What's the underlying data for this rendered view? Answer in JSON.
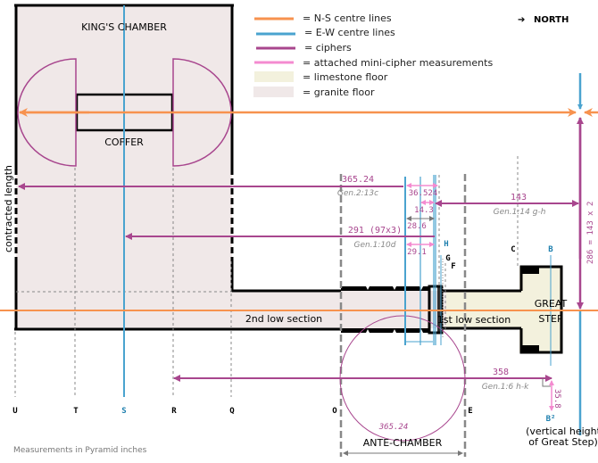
{
  "colors": {
    "ns_centre": "#f7924e",
    "ew_centre": "#4aa3cf",
    "cipher": "#a8468e",
    "mini_cipher": "#f48bd0",
    "limestone": "#f3f1dd",
    "granite": "#f0e8e8",
    "dashed": "#888888",
    "wall": "#000000"
  },
  "legend": [
    {
      "key": "ns",
      "label": "= N-S centre lines"
    },
    {
      "key": "ew",
      "label": "= E-W centre lines"
    },
    {
      "key": "cipher",
      "label": "= ciphers"
    },
    {
      "key": "mini",
      "label": "= attached mini-cipher measurements"
    },
    {
      "key": "limestone",
      "label": "= limestone floor"
    },
    {
      "key": "granite",
      "label": "= granite floor"
    }
  ],
  "compass": {
    "arrow": "➔",
    "label": "NORTH"
  },
  "rooms": {
    "kings_chamber": "KING'S CHAMBER",
    "coffer": "COFFER",
    "ante_chamber": "ANTE-CHAMBER",
    "second_low": "2nd low section",
    "first_low": "1st low section",
    "great_step_1": "GREAT",
    "great_step_2": "STEP"
  },
  "side_label": "contracted length",
  "measurements": {
    "m365": {
      "value": "365.24",
      "ref": "Gen.2:13c"
    },
    "m36524": {
      "value": "36.524"
    },
    "m143": {
      "value": "143",
      "ref": "Gen.1:14  g-h"
    },
    "m143_vertical": {
      "value": "286 = 143 x 2"
    },
    "m143b": {
      "value": "14.3"
    },
    "m286": {
      "value": "28.6"
    },
    "m291": {
      "value": "291 (97x3)",
      "ref": "Gen.1:10d"
    },
    "m291b": {
      "value": "29.1"
    },
    "m358": {
      "value": "358",
      "ref": "Gen.1:6  h-k"
    },
    "m358b": {
      "value": "35.8"
    },
    "ante_circle": {
      "value": "365.24"
    }
  },
  "point_letters": {
    "U": "U",
    "T": "T",
    "S": "S",
    "R": "R",
    "Q": "Q",
    "O": "O",
    "E": "E",
    "H": "H",
    "G": "G",
    "F": "F",
    "C": "C",
    "B": "B",
    "B2": "B²"
  },
  "great_step_note": {
    "line1": "(vertical height",
    "line2": "of Great Step)"
  },
  "footnote": "Measurements in Pyramid inches"
}
